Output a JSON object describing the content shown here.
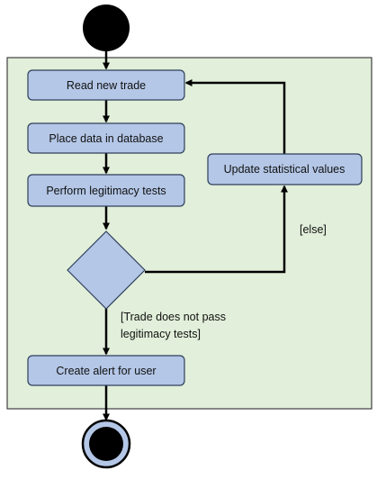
{
  "diagram": {
    "nodes": {
      "read_new_trade": "Read new trade",
      "place_data": "Place data in database",
      "perform_tests": "Perform legitimacy tests",
      "update_stats": "Update statistical values",
      "create_alert": "Create alert for user"
    },
    "guards": {
      "else": "[else]",
      "fail_line1": "[Trade does not pass",
      "fail_line2": "legitimacy tests]"
    }
  },
  "colors": {
    "region_fill": "#e2efda",
    "region_stroke": "#404040",
    "node_fill": "#b4c7e7",
    "node_stroke": "#2f3f5a",
    "line": "#000000",
    "terminal": "#000000",
    "final_ring": "#b4c7e7"
  }
}
